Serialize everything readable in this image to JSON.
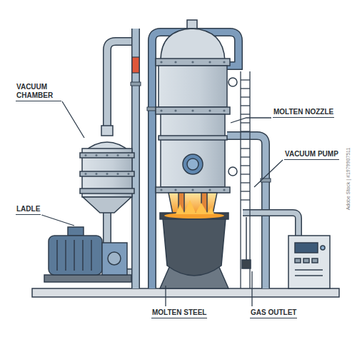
{
  "diagram": {
    "labels": [
      "VACUUM CHAMBER",
      "MOLTEN NOZZLE",
      "VACUUM PUMP",
      "LADLE",
      "MOLTEN STEEL",
      "GAS OUTLET",
      "Adobe Stock | #1979907511"
    ]
  }
}
